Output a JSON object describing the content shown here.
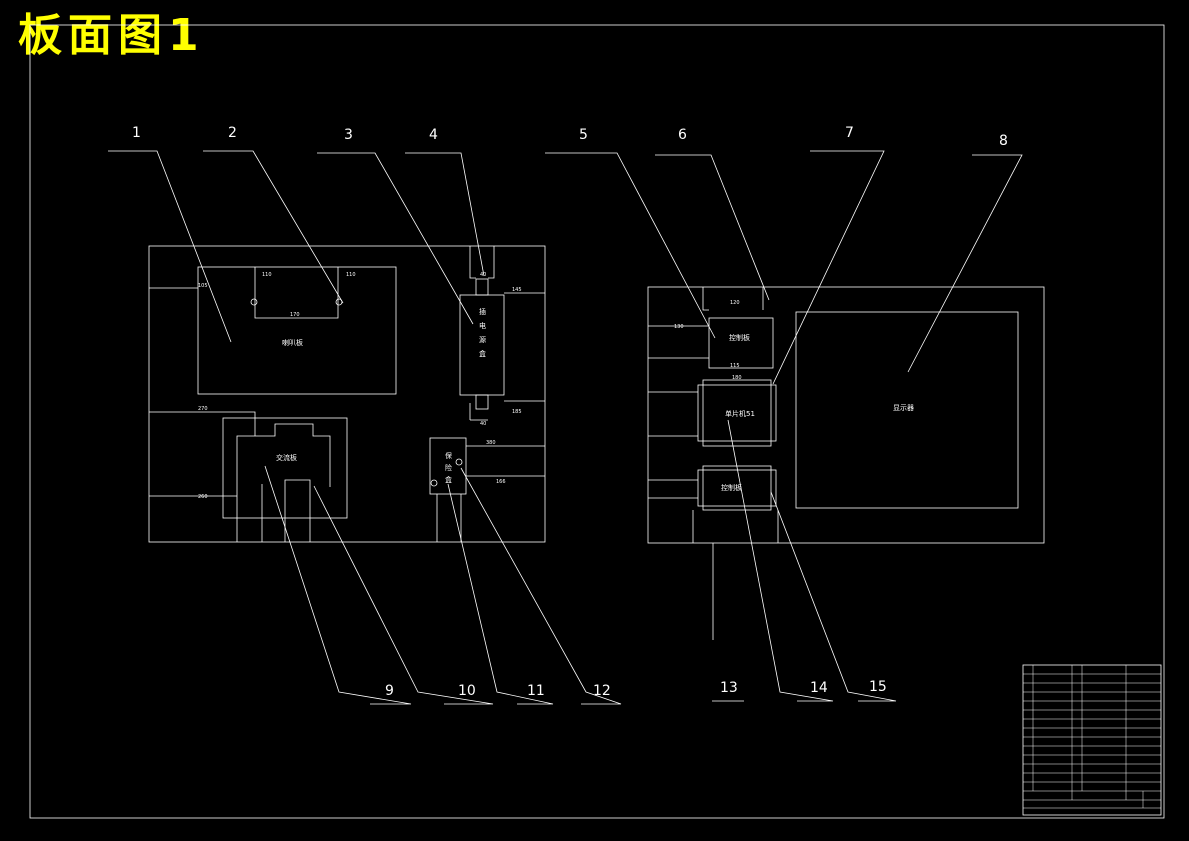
{
  "title": "板面图1",
  "colors": {
    "background": "#000000",
    "lines": "#ffffff",
    "title": "#ffff00"
  },
  "leaders": [
    "1",
    "2",
    "3",
    "4",
    "5",
    "6",
    "7",
    "8",
    "9",
    "10",
    "11",
    "12",
    "13",
    "14",
    "15"
  ],
  "components": {
    "speaker": "喇叭板",
    "power_strip": [
      "插",
      "电",
      "源",
      "盒"
    ],
    "ac_box": "交流板",
    "fuse_box": [
      "保",
      "险",
      "盒"
    ],
    "switch_panel": "控制板",
    "mcu_board": "单片机51",
    "control_board": "控制板",
    "display": "显示器"
  },
  "dimensions": {
    "d110": "110",
    "d110b": "110",
    "d170": "170",
    "d40": "40",
    "d145": "145",
    "d185": "185",
    "d40b": "40",
    "d270": "270",
    "d166": "166",
    "d380": "380",
    "d105": "105",
    "d120": "120",
    "d130": "130",
    "d115": "115",
    "d180": "180",
    "d260": "260"
  }
}
